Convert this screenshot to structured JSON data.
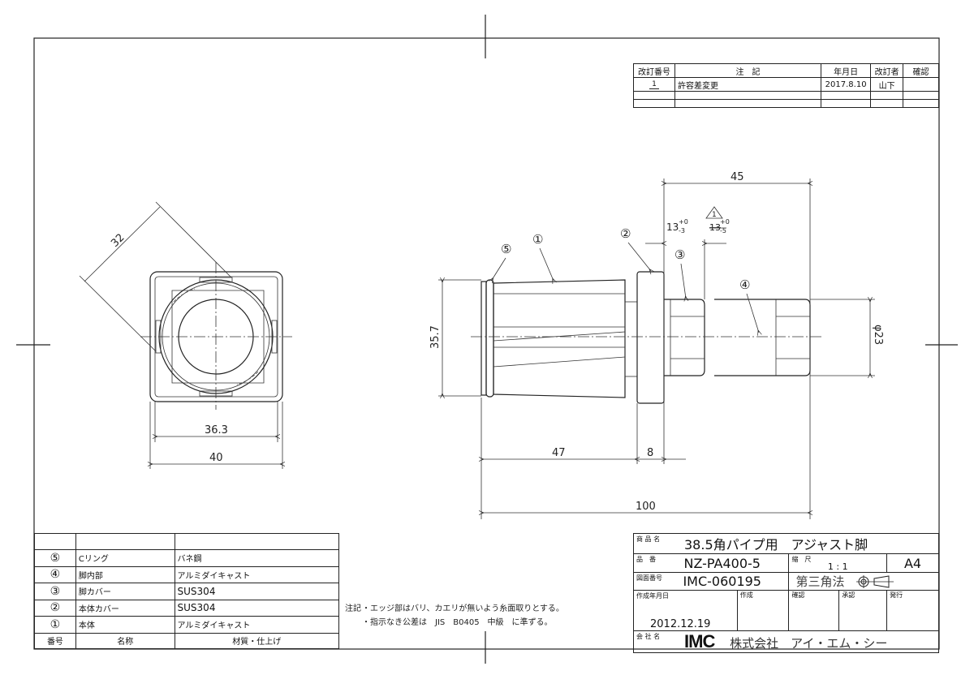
{
  "revision_table": {
    "headers": [
      "改訂番号",
      "注　記",
      "年月日",
      "改訂者",
      "確認"
    ],
    "rows": [
      {
        "mark": "1",
        "note": "許容差変更",
        "date": "2017.8.10",
        "reviser": "山下",
        "check": ""
      }
    ]
  },
  "parts_list": {
    "headers": [
      "番号",
      "名称",
      "材質・仕上げ"
    ],
    "rows": [
      {
        "no": "⑤",
        "name": "Cリング",
        "material": "バネ鋼"
      },
      {
        "no": "④",
        "name": "脚内部",
        "material": "アルミダイキャスト"
      },
      {
        "no": "③",
        "name": "脚カバー",
        "material": "SUS304"
      },
      {
        "no": "②",
        "name": "本体カバー",
        "material": "SUS304"
      },
      {
        "no": "①",
        "name": "本体",
        "material": "アルミダイキャスト"
      }
    ]
  },
  "notes": {
    "label": "注記",
    "lines": [
      "・エッジ部はバリ、カエリが無いよう糸面取りとする。",
      "・指示なき公差は　JIS　B0405　中級　に準ずる。"
    ]
  },
  "title_block": {
    "product_name_label": "商 品 名",
    "product_name": "38.5角パイプ用　アジャスト脚",
    "part_no_label": "品　番",
    "part_no": "NZ-PA400-5",
    "scale_label": "縮　尺",
    "scale": "1 : 1",
    "paper": "A4",
    "drawing_no_label": "図面番号",
    "drawing_no": "IMC-060195",
    "projection": "第三角法",
    "created_date_label": "作成年月日",
    "created_date": "2012.12.19",
    "created_by_label": "作成",
    "checked_label": "確認",
    "approved_label": "承認",
    "issued_label": "発行",
    "company_label": "会 社 名",
    "company_logo": "IMC",
    "company_name": "株式会社　アイ・エム・シー"
  },
  "dimensions": {
    "front_diag": "32",
    "front_inner_width": "36.3",
    "front_outer_width": "40",
    "side_height": "35.7",
    "side_body_len": "47",
    "side_flange": "8",
    "side_total": "100",
    "side_leg_len": "45",
    "side_diameter": "φ23",
    "tol_old": "13",
    "tol_old_upper": "+0",
    "tol_old_lower": "-3",
    "tol_new": "13",
    "tol_new_upper": "+0",
    "tol_new_lower": "-5",
    "rev_mark": "1"
  },
  "balloons": [
    "①",
    "②",
    "③",
    "④",
    "⑤"
  ]
}
